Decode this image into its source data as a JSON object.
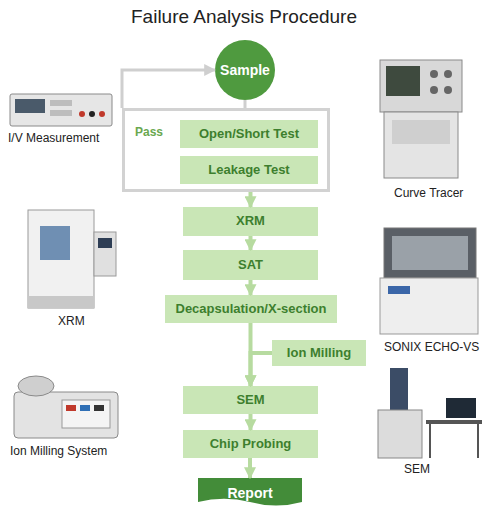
{
  "diagram": {
    "title": "Failure Analysis Procedure",
    "nodes": [
      {
        "text": [
          "Sample"
        ]
      },
      {
        "text": [
          "Pass"
        ]
      },
      {
        "text": [
          "Open/Short Test"
        ],
        "in": 1
      },
      {
        "text": [
          "Leakage Test"
        ],
        "in": 1
      },
      {
        "text": [
          "XRM"
        ]
      },
      {
        "text": [
          "SAT"
        ]
      },
      {
        "text": [
          "Decapsulation/X-section"
        ]
      },
      {
        "text": [
          "Ion Milling"
        ]
      },
      {
        "text": [
          "SEM"
        ]
      },
      {
        "text": [
          "Chip Probing"
        ]
      },
      {
        "text": [
          "Report"
        ]
      }
    ],
    "edges": [
      {
        "from": 0,
        "to": 1,
        "arrow": "none"
      },
      {
        "from": 1,
        "to": 0,
        "arrow": "to"
      },
      {
        "from": 1,
        "to": 4,
        "arrow": "to"
      },
      {
        "from": 4,
        "to": 5,
        "arrow": "to"
      },
      {
        "from": 5,
        "to": 6,
        "arrow": "to"
      },
      {
        "from": 6,
        "to": 8,
        "arrow": "to"
      },
      {
        "from": 7,
        "to": 8,
        "arrow": "to"
      },
      {
        "from": 8,
        "to": 9,
        "arrow": "to"
      },
      {
        "from": 9,
        "to": 10,
        "arrow": "to"
      }
    ],
    "labels": [
      "I/V Measurement",
      "Curve Tracer",
      "XRM",
      "SONIX ECHO-VS",
      "Ion Milling System",
      "SEM"
    ]
  }
}
